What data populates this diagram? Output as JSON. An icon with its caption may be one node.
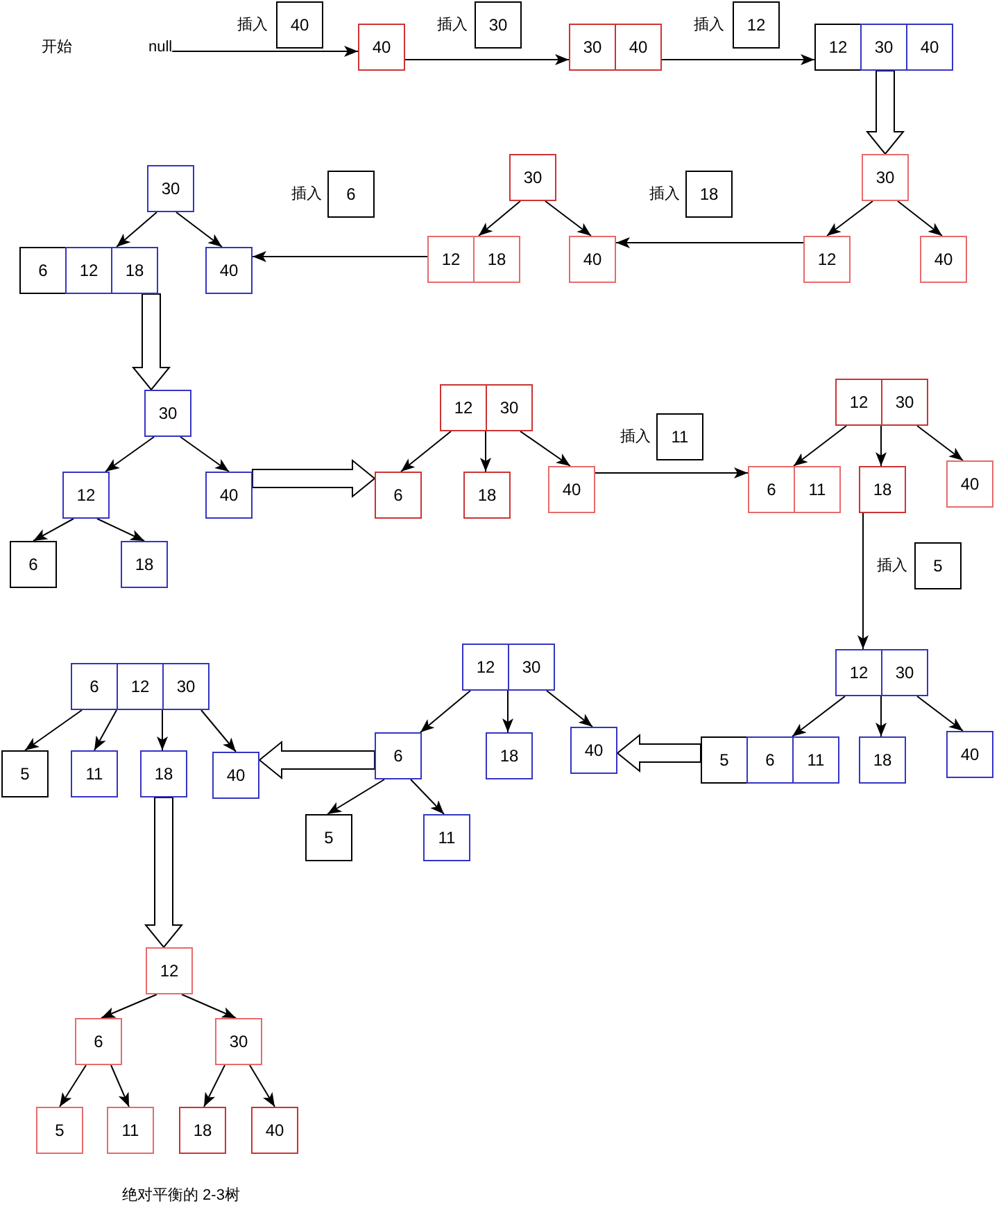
{
  "diagram": {
    "caption": "绝对平衡的 2-3树",
    "nodes": [
      {
        "text": [
          "null"
        ]
      },
      {
        "text": [
          "40"
        ],
        "beside": [
          "插入"
        ]
      },
      {
        "text": [
          "40"
        ]
      },
      {
        "text": [
          "30"
        ],
        "beside": [
          "插入"
        ]
      },
      {
        "text": [
          "30"
        ]
      },
      {
        "text": [
          "40"
        ]
      },
      {
        "text": [
          "12"
        ],
        "beside": [
          "插入"
        ]
      },
      {
        "text": [
          "12"
        ]
      },
      {
        "text": [
          "30"
        ]
      },
      {
        "text": [
          "40"
        ]
      },
      {
        "text": [
          "30"
        ]
      },
      {
        "text": [
          "12"
        ]
      },
      {
        "text": [
          "40"
        ]
      },
      {
        "text": [
          "18"
        ],
        "beside": [
          "插入"
        ]
      },
      {
        "text": [
          "30"
        ]
      },
      {
        "text": [
          "12"
        ]
      },
      {
        "text": [
          "18"
        ]
      },
      {
        "text": [
          "40"
        ]
      },
      {
        "text": [
          "6"
        ],
        "beside": [
          "插入"
        ]
      },
      {
        "text": [
          "30"
        ]
      },
      {
        "text": [
          "6"
        ]
      },
      {
        "text": [
          "12"
        ]
      },
      {
        "text": [
          "18"
        ]
      },
      {
        "text": [
          "40"
        ]
      },
      {
        "text": [
          "30"
        ]
      },
      {
        "text": [
          "12"
        ]
      },
      {
        "text": [
          "40"
        ]
      },
      {
        "text": [
          "6"
        ]
      },
      {
        "text": [
          "18"
        ]
      },
      {
        "text": [
          "12"
        ]
      },
      {
        "text": [
          "30"
        ]
      },
      {
        "text": [
          "6"
        ]
      },
      {
        "text": [
          "18"
        ]
      },
      {
        "text": [
          "40"
        ]
      },
      {
        "text": [
          "11"
        ],
        "beside": [
          "插入"
        ]
      },
      {
        "text": [
          "12"
        ]
      },
      {
        "text": [
          "30"
        ]
      },
      {
        "text": [
          "6"
        ]
      },
      {
        "text": [
          "11"
        ]
      },
      {
        "text": [
          "18"
        ]
      },
      {
        "text": [
          "40"
        ]
      },
      {
        "text": [
          "5"
        ],
        "beside": [
          "插入"
        ]
      },
      {
        "text": [
          "12"
        ]
      },
      {
        "text": [
          "30"
        ]
      },
      {
        "text": [
          "5"
        ]
      },
      {
        "text": [
          "6"
        ]
      },
      {
        "text": [
          "11"
        ]
      },
      {
        "text": [
          "18"
        ]
      },
      {
        "text": [
          "40"
        ]
      },
      {
        "text": [
          "12"
        ]
      },
      {
        "text": [
          "30"
        ]
      },
      {
        "text": [
          "6"
        ]
      },
      {
        "text": [
          "18"
        ]
      },
      {
        "text": [
          "40"
        ]
      },
      {
        "text": [
          "5"
        ]
      },
      {
        "text": [
          "11"
        ]
      },
      {
        "text": [
          "6"
        ]
      },
      {
        "text": [
          "12"
        ]
      },
      {
        "text": [
          "30"
        ]
      },
      {
        "text": [
          "5"
        ]
      },
      {
        "text": [
          "11"
        ]
      },
      {
        "text": [
          "18"
        ]
      },
      {
        "text": [
          "40"
        ]
      },
      {
        "text": [
          "12"
        ]
      },
      {
        "text": [
          "6"
        ]
      },
      {
        "text": [
          "30"
        ]
      },
      {
        "text": [
          "5"
        ]
      },
      {
        "text": [
          "11"
        ]
      },
      {
        "text": [
          "18"
        ]
      },
      {
        "text": [
          "40"
        ]
      }
    ],
    "edges": [
      {
        "from": 0,
        "to": 2,
        "arrow": "to"
      },
      {
        "from": 2,
        "to": 4,
        "arrow": "to"
      },
      {
        "from": 5,
        "to": 7,
        "arrow": "to"
      },
      {
        "from": 8,
        "to": 10,
        "arrow": "to",
        "style": "thick"
      },
      {
        "from": 10,
        "to": 11,
        "arrow": "to"
      },
      {
        "from": 10,
        "to": 12,
        "arrow": "to"
      },
      {
        "from": 11,
        "to": 17,
        "arrow": "to"
      },
      {
        "from": 14,
        "to": 16,
        "arrow": "to"
      },
      {
        "from": 14,
        "to": 17,
        "arrow": "to"
      },
      {
        "from": 15,
        "to": 23,
        "arrow": "to"
      },
      {
        "from": 19,
        "to": 22,
        "arrow": "to"
      },
      {
        "from": 19,
        "to": 23,
        "arrow": "to"
      },
      {
        "from": 22,
        "to": 24,
        "arrow": "to",
        "style": "thick"
      },
      {
        "from": 24,
        "to": 25,
        "arrow": "to"
      },
      {
        "from": 24,
        "to": 26,
        "arrow": "to"
      },
      {
        "from": 25,
        "to": 27,
        "arrow": "to"
      },
      {
        "from": 25,
        "to": 28,
        "arrow": "to"
      },
      {
        "from": 26,
        "to": 31,
        "arrow": "to",
        "style": "thick"
      },
      {
        "from": 29,
        "to": 31,
        "arrow": "to"
      },
      {
        "from": 29,
        "to": 32,
        "arrow": "to"
      },
      {
        "from": 30,
        "to": 33,
        "arrow": "to"
      },
      {
        "from": 33,
        "to": 37,
        "arrow": "to"
      },
      {
        "from": 35,
        "to": 37,
        "arrow": "to"
      },
      {
        "from": 35,
        "to": 39,
        "arrow": "to"
      },
      {
        "from": 36,
        "to": 40,
        "arrow": "to"
      },
      {
        "from": 39,
        "to": 42,
        "arrow": "to"
      },
      {
        "from": 42,
        "to": 45,
        "arrow": "to"
      },
      {
        "from": 42,
        "to": 47,
        "arrow": "to"
      },
      {
        "from": 43,
        "to": 48,
        "arrow": "to"
      },
      {
        "from": 44,
        "to": 53,
        "arrow": "to",
        "style": "thick"
      },
      {
        "from": 49,
        "to": 51,
        "arrow": "to"
      },
      {
        "from": 49,
        "to": 52,
        "arrow": "to"
      },
      {
        "from": 50,
        "to": 53,
        "arrow": "to"
      },
      {
        "from": 51,
        "to": 54,
        "arrow": "to"
      },
      {
        "from": 51,
        "to": 55,
        "arrow": "to"
      },
      {
        "from": 51,
        "to": 62,
        "arrow": "to",
        "style": "thick"
      },
      {
        "from": 56,
        "to": 59,
        "arrow": "to"
      },
      {
        "from": 56,
        "to": 60,
        "arrow": "to"
      },
      {
        "from": 57,
        "to": 61,
        "arrow": "to"
      },
      {
        "from": 58,
        "to": 62,
        "arrow": "to"
      },
      {
        "from": 61,
        "to": 63,
        "arrow": "to",
        "style": "thick"
      },
      {
        "from": 63,
        "to": 64,
        "arrow": "to"
      },
      {
        "from": 63,
        "to": 65,
        "arrow": "to"
      },
      {
        "from": 64,
        "to": 66,
        "arrow": "to"
      },
      {
        "from": 64,
        "to": 67,
        "arrow": "to"
      },
      {
        "from": 65,
        "to": 68,
        "arrow": "to"
      },
      {
        "from": 65,
        "to": 69,
        "arrow": "to"
      }
    ],
    "labels": [
      "开始"
    ]
  }
}
